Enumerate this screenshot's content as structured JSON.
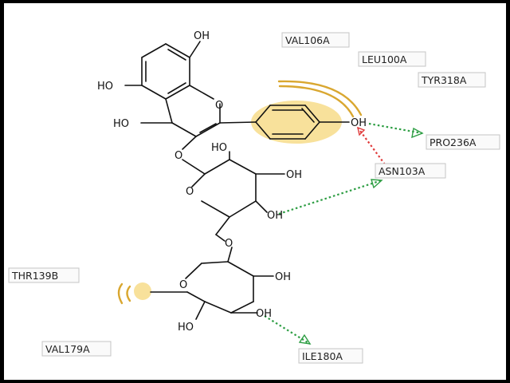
{
  "atoms": {
    "oh_top": "OH",
    "ho_left_upper": "HO",
    "ho_left_lower": "HO",
    "ring_o_chromene": "O",
    "oh_phenol": "OH",
    "o_glycosidic_1": "O",
    "ho_sugar1_top": "HO",
    "oh_sugar1_right": "OH",
    "o_sugar1_ring": "O",
    "oh_sugar1_lower": "OH",
    "o_glycosidic_2": "O",
    "o_sugar2_ring": "O",
    "oh_sugar2_right": "OH",
    "oh_sugar2_lower": "OH",
    "ho_sugar2_bottom": "HO"
  },
  "residues": {
    "val106a": "VAL106A",
    "leu100a": "LEU100A",
    "tyr318a": "TYR318A",
    "pro236a": "PRO236A",
    "asn103a": "ASN103A",
    "thr139b": "THR139B",
    "val179a": "VAL179A",
    "ile180a": "ILE180A"
  },
  "colors": {
    "hbond_donor": "#2e9e44",
    "hbond_acceptor": "#e03a3a",
    "hydrophobic": "#d9a730"
  }
}
